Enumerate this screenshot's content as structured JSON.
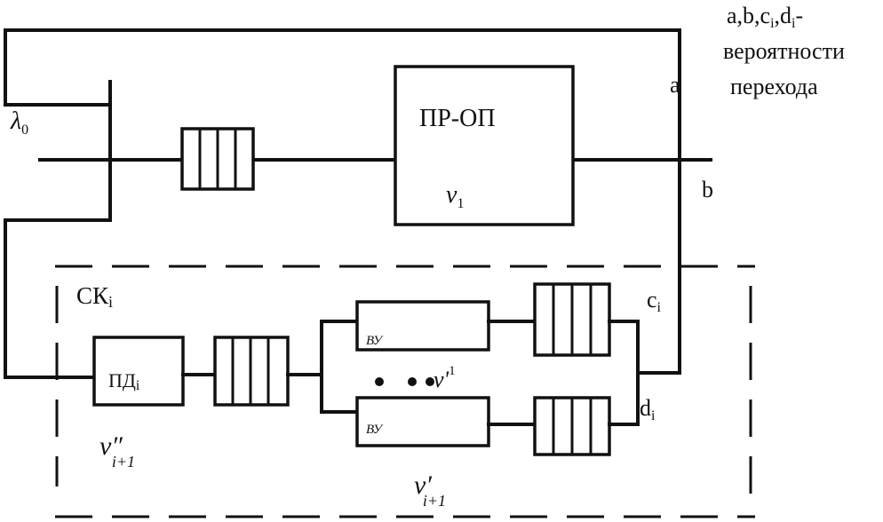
{
  "legend": {
    "line1": "a,b,c",
    "line1_sub_c": "i",
    "line1_mid": ",d",
    "line1_sub_d": "i",
    "line1_end": "-",
    "line2": "вероятности",
    "line3": "перехода"
  },
  "labels": {
    "lambda": "λ",
    "lambda_sub": "0",
    "a": "a",
    "b": "b",
    "c": "c",
    "c_sub": "i",
    "d": "d",
    "d_sub": "i",
    "pr_op": "ПР-ОП",
    "nu1": "v",
    "nu1_sub": "1",
    "sk": "СК",
    "sk_sub": "i",
    "pd": "ПД",
    "pd_sub": "i",
    "vu_top": "ВУ",
    "vu_bottom": "ВУ",
    "nu_prime1": "v'",
    "nu_prime1_sup": "1",
    "nu_dprime": "v″",
    "nu_dprime_sub": "i+1",
    "nu_prime": "v′",
    "nu_prime_sub": "i+1"
  }
}
